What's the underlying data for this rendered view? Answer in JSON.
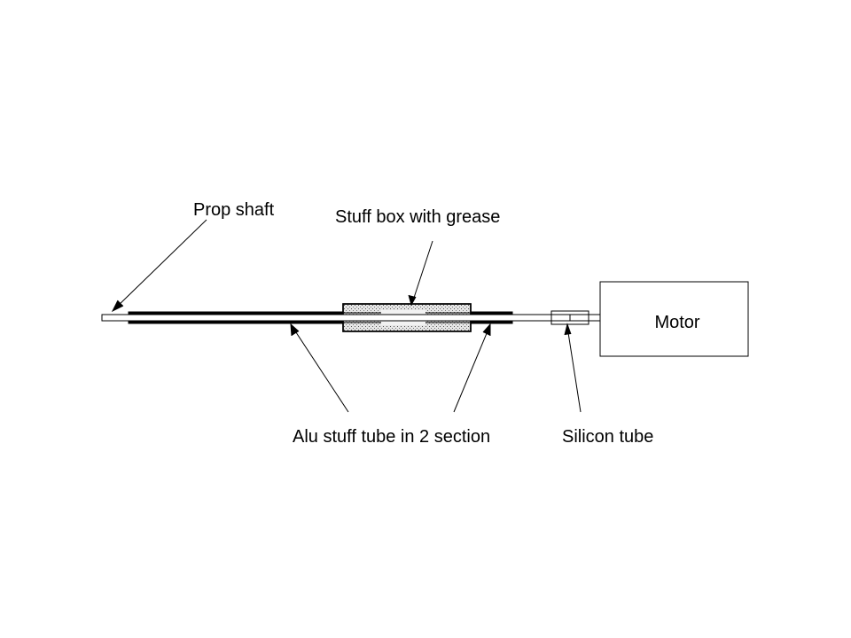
{
  "labels": {
    "prop_shaft": "Prop shaft",
    "stuff_box": "Stuff box with grease",
    "motor": "Motor",
    "alu_tube": "Alu stuff tube in 2 section",
    "silicon_tube": "Silicon tube"
  },
  "colors": {
    "line": "#000000",
    "background": "#ffffff",
    "grease_fill": "#d8d8d8"
  }
}
